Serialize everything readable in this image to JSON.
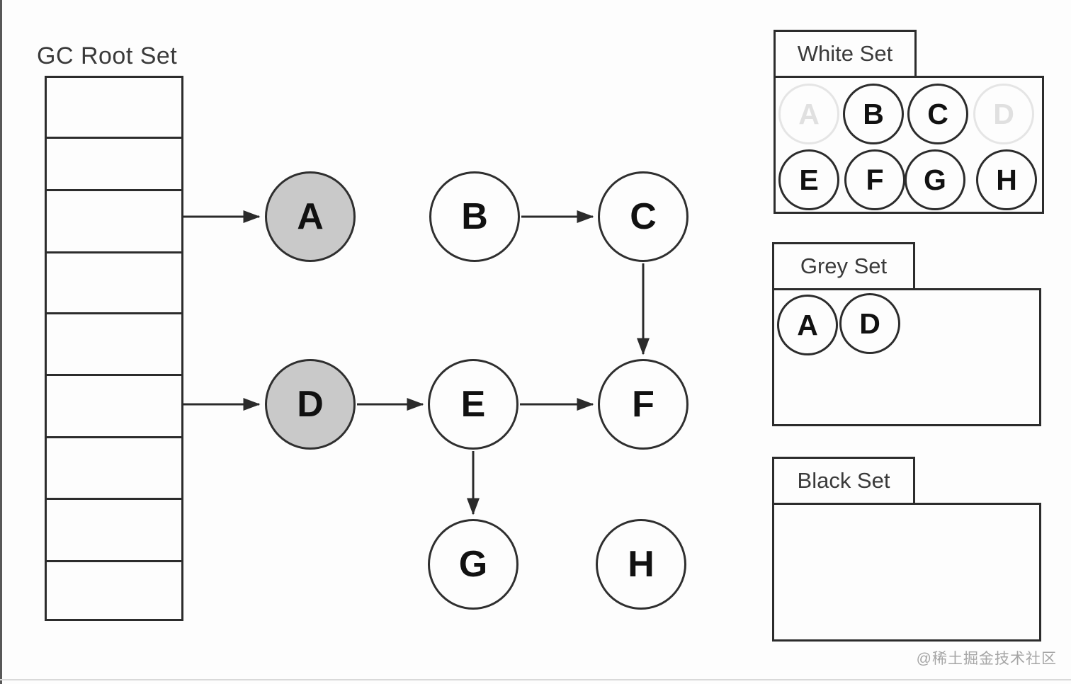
{
  "root_table": {
    "label": "GC Root Set",
    "row_count": 9,
    "pointer_rows": [
      3,
      6
    ]
  },
  "graph": {
    "nodes": [
      {
        "id": "A",
        "label": "A",
        "fill": "grey"
      },
      {
        "id": "B",
        "label": "B",
        "fill": "white"
      },
      {
        "id": "C",
        "label": "C",
        "fill": "white"
      },
      {
        "id": "D",
        "label": "D",
        "fill": "grey"
      },
      {
        "id": "E",
        "label": "E",
        "fill": "white"
      },
      {
        "id": "F",
        "label": "F",
        "fill": "white"
      },
      {
        "id": "G",
        "label": "G",
        "fill": "white"
      },
      {
        "id": "H",
        "label": "H",
        "fill": "white"
      }
    ],
    "edges": [
      "RootSet→A",
      "RootSet→D",
      "B→C",
      "C→F",
      "D→E",
      "E→F",
      "E→G"
    ]
  },
  "panels": {
    "white_set": {
      "title": "White Set",
      "items": [
        {
          "label": "A",
          "faded": true
        },
        {
          "label": "B",
          "faded": false
        },
        {
          "label": "C",
          "faded": false
        },
        {
          "label": "D",
          "faded": true
        },
        {
          "label": "E",
          "faded": false
        },
        {
          "label": "F",
          "faded": false
        },
        {
          "label": "G",
          "faded": false
        },
        {
          "label": "H",
          "faded": false
        }
      ]
    },
    "grey_set": {
      "title": "Grey Set",
      "items": [
        {
          "label": "A"
        },
        {
          "label": "D"
        }
      ]
    },
    "black_set": {
      "title": "Black Set",
      "items": []
    }
  },
  "watermark": "@稀土掘金技术社区",
  "colors": {
    "stroke": "#2b2b2b",
    "grey_node_fill": "#c9c9c9",
    "ghost_stroke": "#e5e5e5",
    "ghost_text": "#e0e0e0",
    "watermark": "#a5a5a5"
  }
}
